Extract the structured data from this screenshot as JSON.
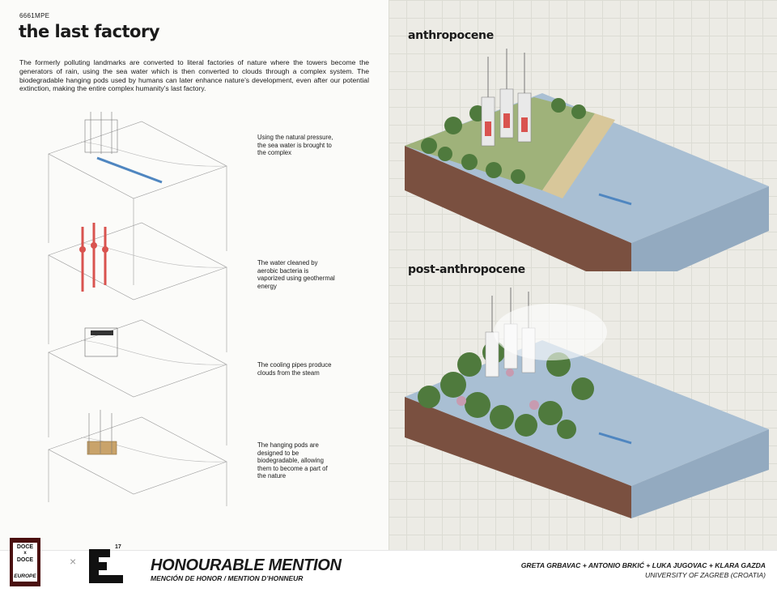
{
  "project": {
    "code": "6661MPE",
    "title": "the last factory",
    "intro": "The formerly polluting landmarks are converted to literal factories of nature where the towers become the generators of rain, using the sea water which is then converted to clouds through a complex system. The biodegradable hanging pods used by humans can later enhance nature’s development, even after our potential extinction, making the entire complex humanity’s last factory."
  },
  "steps": [
    {
      "text": "Using the natural pressure, the sea water is brought to the complex"
    },
    {
      "text": "The water cleaned by aerobic bacteria is vaporized using geothermal energy"
    },
    {
      "text": "The cooling pipes produce clouds from the steam"
    },
    {
      "text": "The hanging pods are designed to be biodegradable, allowing them to become a part of the nature"
    }
  ],
  "scenes": {
    "top_title": "anthropocene",
    "bottom_title": "post-anthropocene"
  },
  "footer": {
    "logo_line1": "DOCE",
    "logo_x": "x",
    "logo_line2": "DOCE",
    "logo_line3": "EUROPE",
    "cross": "×",
    "edition": "17",
    "award": "HONOURABLE MENTION",
    "award_sub": "MENCIÓN DE HONOR / MENTION D’HONNEUR",
    "authors": "GRETA GRBAVAC + ANTONIO BRKIĆ + LUKA JUGOVAC + KLARA GAZDA",
    "university": "UNIVERSITY OF ZAGREB (CROATIA)"
  },
  "colors": {
    "water": "#a9bfd3",
    "soil": "#7a5040",
    "grass": "#9fb27a",
    "trees": "#4f7a3d",
    "accent_red": "#d9534f",
    "pipe_blue": "#4f86c0",
    "pod_tan": "#c9a36a"
  }
}
